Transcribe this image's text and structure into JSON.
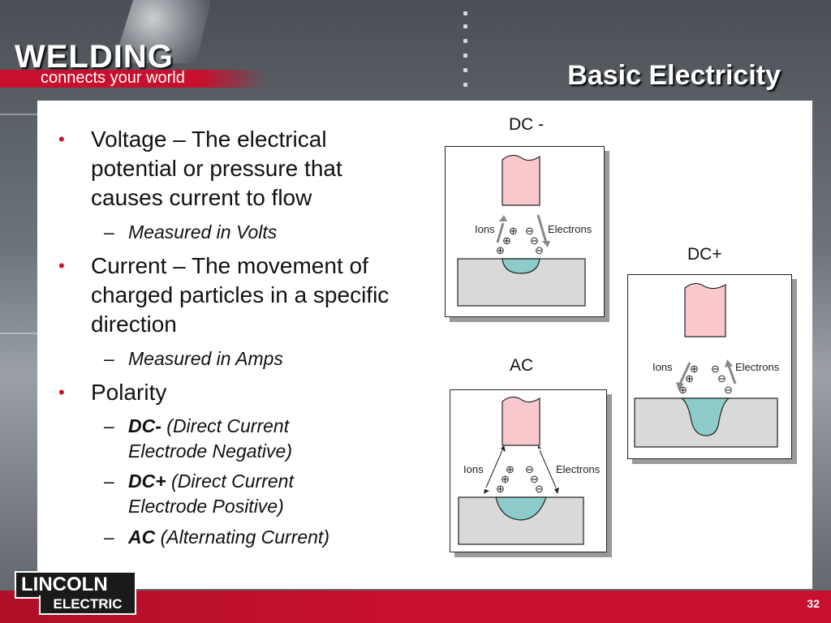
{
  "header": {
    "brand_title": "WELDING",
    "tagline": "connects your world",
    "slide_title": "Basic Electricity"
  },
  "bullets": [
    {
      "text": "Voltage – The electrical potential or pressure that causes current to flow",
      "subs": [
        {
          "bold": "",
          "text": "Measured in Volts"
        }
      ]
    },
    {
      "text": "Current – The movement of charged particles in a specific direction",
      "subs": [
        {
          "bold": "",
          "text": "Measured in Amps"
        }
      ]
    },
    {
      "text": "Polarity",
      "subs": [
        {
          "bold": "DC-",
          "text": " (Direct Current Electrode Negative)"
        },
        {
          "bold": "DC+",
          "text": " (Direct Current Electrode Positive)"
        },
        {
          "bold": "AC",
          "text": " (Alternating Current)"
        }
      ]
    }
  ],
  "diagrams": {
    "dc_neg": {
      "label": "DC -",
      "ions": "Ions",
      "electrons": "Electrons"
    },
    "dc_pos": {
      "label": "DC+",
      "ions": "Ions",
      "electrons": "Electrons"
    },
    "ac": {
      "label": "AC",
      "ions": "Ions",
      "electrons": "Electrons"
    }
  },
  "footer": {
    "logo_top": "LINCOLN",
    "logo_bottom": "ELECTRIC",
    "logo_reg": "®",
    "page_number": "32"
  },
  "colors": {
    "accent_red": "#c8102e",
    "electrode_pink": "#f9c8cc",
    "puddle_teal": "#8ecccc",
    "base_gray": "#d9d9d9"
  }
}
